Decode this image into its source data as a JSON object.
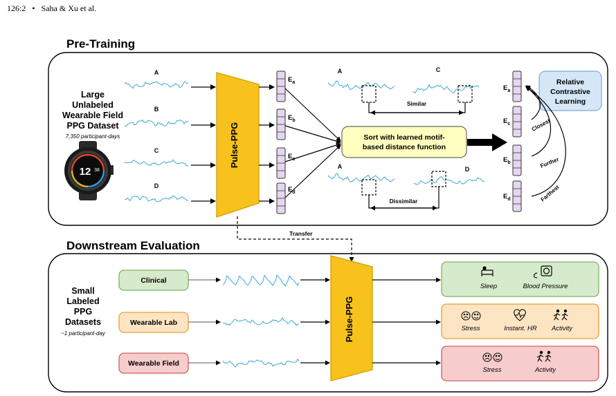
{
  "page_header": {
    "page_number": "126:2",
    "bullet": "•",
    "authors": "Saha & Xu et al."
  },
  "pretraining": {
    "title": "Pre-Training",
    "dataset_title_lines": [
      "Large",
      "Unlabeled",
      "Wearable Field",
      "PPG Dataset"
    ],
    "dataset_subtitle": "7,350 participant-days",
    "watch_time": "12",
    "watch_time_small": "38",
    "input_labels": [
      "A",
      "B",
      "C",
      "D"
    ],
    "encoder_label": "Pulse-PPG",
    "embedding_labels": [
      {
        "base": "E",
        "sub": "a"
      },
      {
        "base": "E",
        "sub": "b"
      },
      {
        "base": "E",
        "sub": "c"
      },
      {
        "base": "E",
        "sub": "d"
      }
    ],
    "sort_box_lines": [
      "Sort with learned motif-",
      "based distance function"
    ],
    "similar_label": "Similar",
    "dissimilar_label": "Dissimilar",
    "motif_labels": {
      "top_left": "A",
      "top_right": "C",
      "bottom_left": "A",
      "bottom_right": "D"
    },
    "ranked_embeddings": [
      {
        "base": "E",
        "sub": "a"
      },
      {
        "base": "E",
        "sub": "c"
      },
      {
        "base": "E",
        "sub": "b"
      },
      {
        "base": "E",
        "sub": "d"
      }
    ],
    "rcl_box_lines": [
      "Relative",
      "Contrastive",
      "Learning"
    ],
    "rank_labels": [
      "Closest",
      "Further",
      "Farthest"
    ]
  },
  "transfer_label": "Transfer",
  "downstream": {
    "title": "Downstream Evaluation",
    "dataset_title_lines": [
      "Small",
      "Labeled",
      "PPG",
      "Datasets"
    ],
    "dataset_subtitle": "~1 participant-day",
    "encoder_label": "Pulse-PPG",
    "rows": [
      {
        "name": "Clinical",
        "tasks": [
          "Sleep",
          "Blood Pressure"
        ]
      },
      {
        "name": "Wearable Lab",
        "tasks": [
          "Stress",
          "Instant. HR",
          "Activity"
        ]
      },
      {
        "name": "Wearable Field",
        "tasks": [
          "Stress",
          "Activity"
        ]
      }
    ]
  },
  "colors": {
    "encoder_fill": "#F7C21B",
    "encoder_stroke": "#D9A10A",
    "embedding_fill": "#E4D7EE",
    "embedding_stroke": "#333333",
    "sort_box_fill": "#FFFFBF",
    "rcl_box_fill": "#D5E7F7",
    "rcl_box_stroke": "#7FA7D6",
    "signal": "#3AA7D9",
    "clinical_fill": "#D6EBCB",
    "clinical_stroke": "#7DB265",
    "lab_fill": "#FDE5C3",
    "lab_stroke": "#E1A23A",
    "field_fill": "#F6CCCC",
    "field_stroke": "#D06060"
  }
}
